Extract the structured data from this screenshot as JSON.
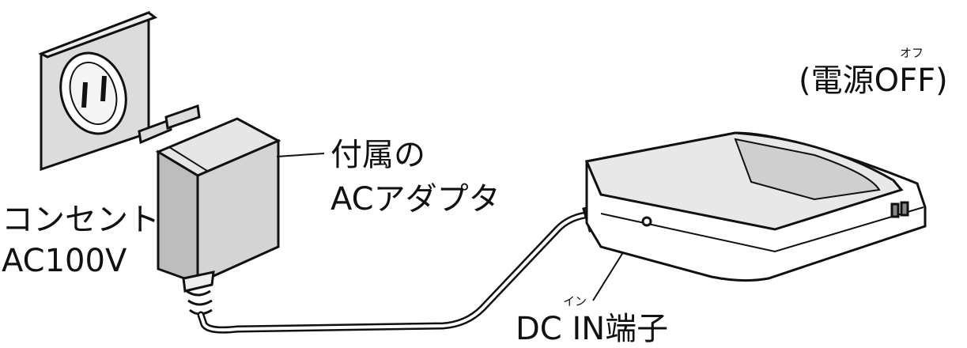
{
  "labels": {
    "outlet_line1": "コンセント",
    "outlet_line2": "AC100V",
    "adapter_line1": "付属の",
    "adapter_line2": "ACアダプタ",
    "power_state": "(電源OFF)",
    "power_state_ruby": "オフ",
    "dc_in": "DC IN端子",
    "dc_in_ruby": "イン"
  },
  "colors": {
    "ink": "#111111",
    "paper": "#ffffff",
    "shade": "#cfcfcf"
  }
}
